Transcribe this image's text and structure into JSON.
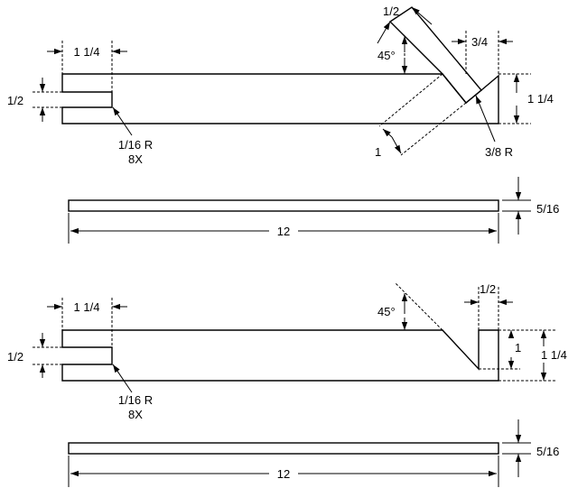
{
  "part_a": {
    "top_view": {
      "slot_length": "1 1/4",
      "slot_width": "1/2",
      "slot_radius": "1/16 R",
      "slot_radius_count": "8X",
      "tab_width": "1/2",
      "tab_offset": "3/4",
      "angle": "45°",
      "overall_width": "1 1/4",
      "tab_length": "1",
      "tab_radius": "3/8 R"
    },
    "side_view": {
      "length": "12",
      "thickness": "5/16"
    }
  },
  "part_b": {
    "top_view": {
      "slot_length": "1 1/4",
      "slot_width": "1/2",
      "slot_radius": "1/16 R",
      "slot_radius_count": "8X",
      "angle": "45°",
      "notch_width": "1/2",
      "notch_depth": "1",
      "overall_width": "1 1/4"
    },
    "side_view": {
      "length": "12",
      "thickness": "5/16"
    }
  }
}
